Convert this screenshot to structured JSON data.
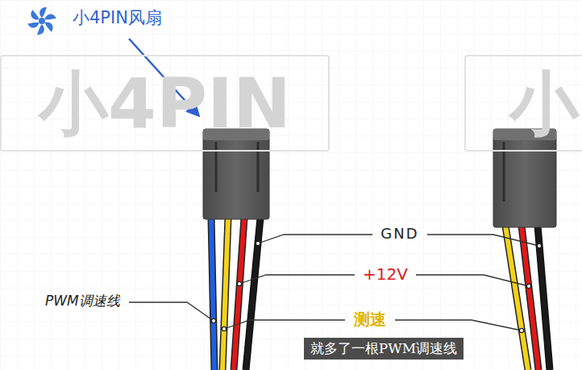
{
  "diagram": {
    "caption": "就多了一根PWM调速线",
    "nodes": [
      {
        "text": [
          "小4PIN"
        ]
      },
      {
        "text": [
          "小"
        ]
      }
    ],
    "labels": [
      "小4PIN风扇",
      "GND",
      "+12V",
      "测速",
      "PWM调速线"
    ]
  }
}
